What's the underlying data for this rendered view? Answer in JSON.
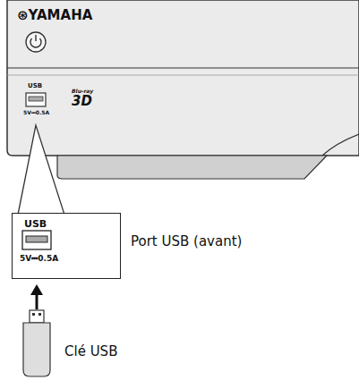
{
  "diagram": {
    "nodes": [
      {
        "text": [
          "USB",
          "5V⎓0.5A"
        ]
      }
    ],
    "labels": [
      "⊛YAMAHA",
      "USB",
      "5V⎓0.5A",
      "Blu-ray",
      "3D",
      "Port USB (avant)",
      "Clé USB"
    ]
  }
}
